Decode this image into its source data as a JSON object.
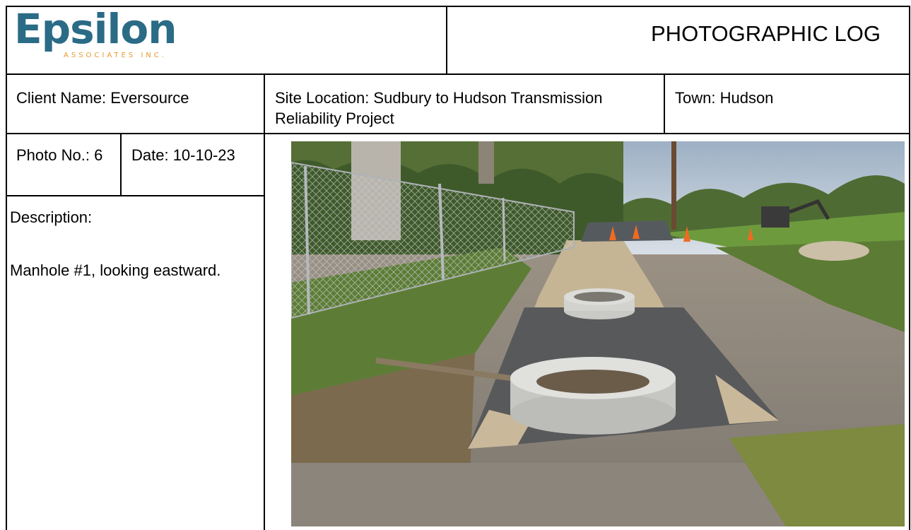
{
  "header": {
    "logo_text": "Epsilon",
    "logo_subtext": "ASSOCIATES INC.",
    "title": "PHOTOGRAPHIC LOG"
  },
  "info": {
    "client": "Client Name:  Eversource",
    "site_line1": "Site Location: Sudbury to Hudson Transmission",
    "site_line2": "Reliability Project",
    "town": "Town: Hudson"
  },
  "photo_meta": {
    "photo_no": "Photo No.: 6",
    "date": "Date: 10-10-23",
    "description_label": "Description:",
    "description_text": "Manhole #1, looking eastward."
  },
  "colors": {
    "logo_blue": "#2a6b86",
    "logo_orange": "#e89a2e"
  }
}
